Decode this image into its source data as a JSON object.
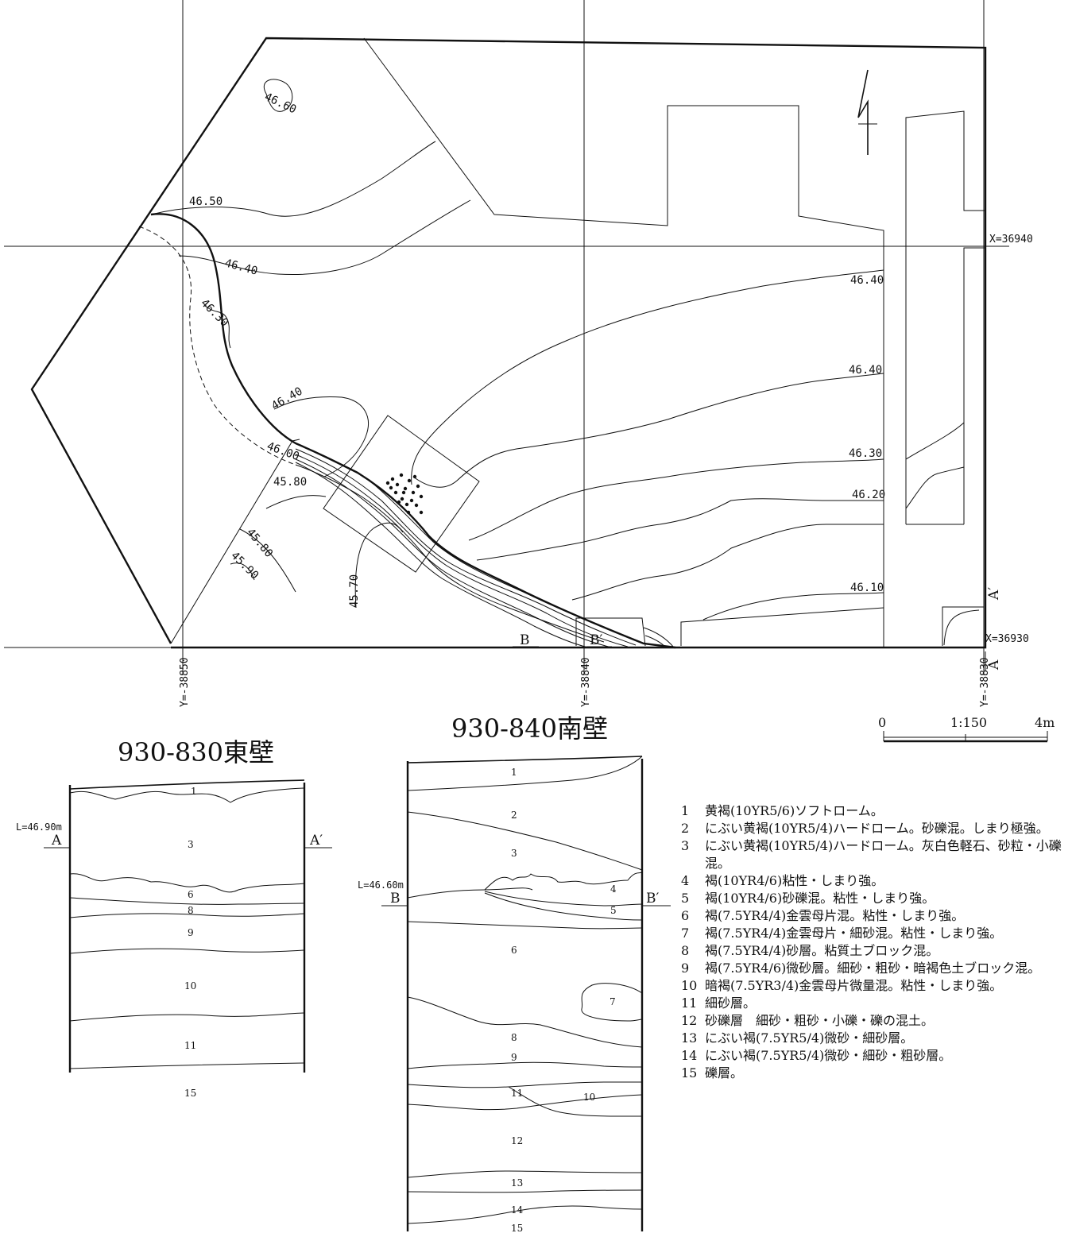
{
  "plan": {
    "grid_x_labels": [
      "X=36940",
      "X=36930"
    ],
    "grid_y_labels": [
      "Y=-38850",
      "Y=-38840",
      "Y=-38830"
    ],
    "contours": [
      "46.60",
      "46.50",
      "46.40",
      "46.30",
      "46.40",
      "46.00",
      "45.80",
      "45.80",
      "45.90",
      "45.70",
      "46.40",
      "46.40",
      "46.30",
      "46.20",
      "46.10"
    ],
    "section_marks": {
      "b": "B",
      "b_prime": "B′",
      "a": "A",
      "a_prime": "A′"
    }
  },
  "scale_bar": {
    "zero": "0",
    "ratio": "1:150",
    "end": "4m"
  },
  "section_east": {
    "title": "930-830東壁",
    "level": "L=46.90m",
    "left_mark": "A",
    "right_mark": "A′",
    "layers": [
      "1",
      "3",
      "6",
      "8",
      "9",
      "10",
      "11",
      "15"
    ]
  },
  "section_south": {
    "title": "930-840南壁",
    "level": "L=46.60m",
    "left_mark": "B",
    "right_mark": "B′",
    "layers": [
      "1",
      "2",
      "3",
      "4",
      "5",
      "6",
      "7",
      "8",
      "9",
      "10",
      "11",
      "12",
      "13",
      "14",
      "15"
    ]
  },
  "legend": [
    {
      "num": "1",
      "desc": "黄褐(10YR5/6)ソフトローム。"
    },
    {
      "num": "2",
      "desc": "にぶい黄褐(10YR5/4)ハードローム。砂礫混。しまり極強。"
    },
    {
      "num": "3",
      "desc": "にぶい黄褐(10YR5/4)ハードローム。灰白色軽石、砂粒・小礫混。"
    },
    {
      "num": "4",
      "desc": "褐(10YR4/6)粘性・しまり強。"
    },
    {
      "num": "5",
      "desc": "褐(10YR4/6)砂礫混。粘性・しまり強。"
    },
    {
      "num": "6",
      "desc": "褐(7.5YR4/4)金雲母片混。粘性・しまり強。"
    },
    {
      "num": "7",
      "desc": "褐(7.5YR4/4)金雲母片・細砂混。粘性・しまり強。"
    },
    {
      "num": "8",
      "desc": "褐(7.5YR4/4)砂層。粘質土ブロック混。"
    },
    {
      "num": "9",
      "desc": "褐(7.5YR4/6)微砂層。細砂・粗砂・暗褐色土ブロック混。"
    },
    {
      "num": "10",
      "desc": "暗褐(7.5YR3/4)金雲母片微量混。粘性・しまり強。"
    },
    {
      "num": "11",
      "desc": "細砂層。"
    },
    {
      "num": "12",
      "desc": "砂礫層　細砂・粗砂・小礫・礫の混土。"
    },
    {
      "num": "13",
      "desc": "にぶい褐(7.5YR5/4)微砂・細砂層。"
    },
    {
      "num": "14",
      "desc": "にぶい褐(7.5YR5/4)微砂・細砂・粗砂層。"
    },
    {
      "num": "15",
      "desc": "礫層。"
    }
  ]
}
